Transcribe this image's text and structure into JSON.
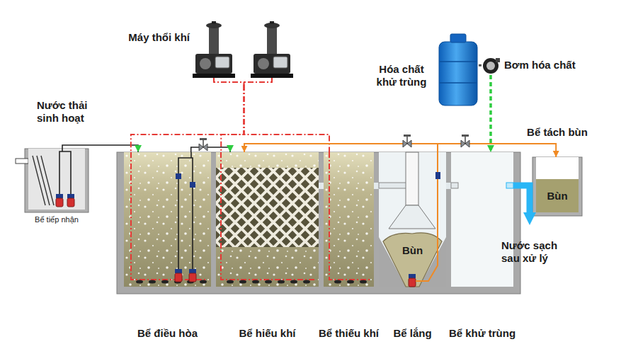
{
  "diagram": {
    "nodes": [
      {
        "text": [
          "Máy thổi khí"
        ]
      },
      {
        "text": [
          "Hóa chất khử trùng"
        ]
      },
      {
        "text": [
          "Bơm hóa chất"
        ]
      },
      {
        "text": [
          "Bể tiếp nhận"
        ]
      },
      {
        "text": [
          "Bể điều hòa"
        ]
      },
      {
        "text": [
          "Bể hiếu khí"
        ]
      },
      {
        "text": [
          "Bể thiếu khí"
        ]
      },
      {
        "text": [
          "Bể lắng",
          "Bùn"
        ]
      },
      {
        "text": [
          "Bể khử trùng"
        ]
      },
      {
        "text": [
          "Bể tách bùn",
          "Bùn"
        ]
      }
    ],
    "edges": [
      {
        "from": 3,
        "to": 4,
        "arrow": "to"
      },
      {
        "from": 0,
        "to": 4,
        "arrow": "none"
      },
      {
        "from": 0,
        "to": 5,
        "arrow": "none"
      },
      {
        "from": 0,
        "to": 6,
        "arrow": "none"
      },
      {
        "from": 4,
        "to": 5,
        "arrow": "to"
      },
      {
        "from": 5,
        "to": 6,
        "arrow": "none"
      },
      {
        "from": 6,
        "to": 7,
        "arrow": "none"
      },
      {
        "from": 7,
        "to": 8,
        "arrow": "none"
      },
      {
        "from": 7,
        "to": 5,
        "arrow": "to"
      },
      {
        "from": 7,
        "to": 9,
        "arrow": "to"
      },
      {
        "from": 1,
        "to": 2,
        "arrow": "none"
      },
      {
        "from": 2,
        "to": 8,
        "arrow": "to"
      }
    ],
    "labels": [
      "Nước thải sinh hoạt",
      "Nước sạch sau xử lý"
    ]
  }
}
